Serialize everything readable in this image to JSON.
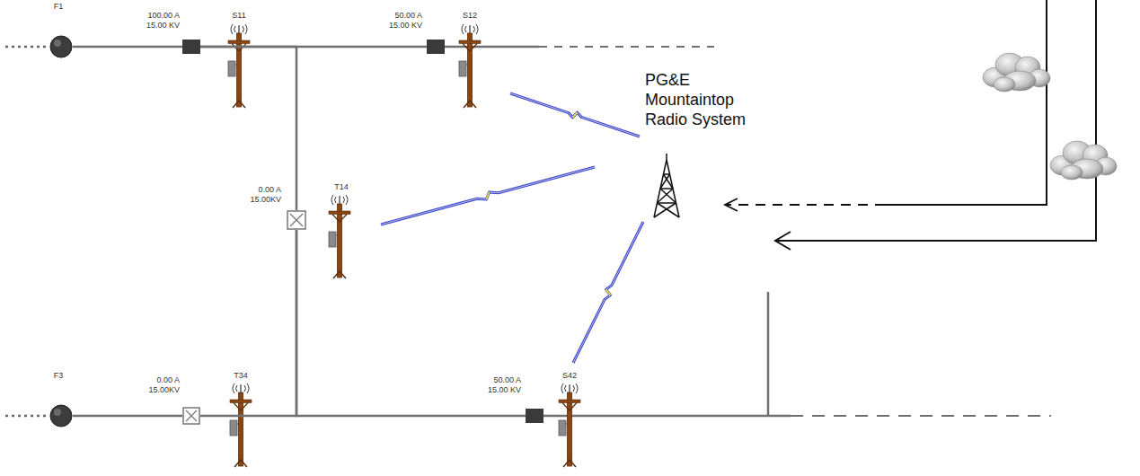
{
  "diagram": {
    "nodes": [
      {
        "text": [
          "F1"
        ]
      },
      {
        "text": [
          "100.00 A 15.00 KV",
          "S11"
        ]
      },
      {
        "text": [
          "50.00 A 15.00 KV",
          "S12"
        ]
      },
      {
        "text": [
          "PG&E Mountaintop Radio System"
        ]
      },
      {
        "text": [
          "0.00 A 15.00KV",
          "T14"
        ]
      },
      {
        "text": [
          "F3"
        ]
      },
      {
        "text": [
          "0.00 A 15.00KV",
          "T34"
        ]
      },
      {
        "text": [
          "50.00 A 15.00 KV",
          "S42"
        ]
      }
    ],
    "edges": [
      {
        "from": 0,
        "to": 1,
        "arrow": "none"
      },
      {
        "from": 1,
        "to": 2,
        "arrow": "none"
      },
      {
        "from": 1,
        "to": 4,
        "arrow": "none"
      },
      {
        "from": 4,
        "to": 6,
        "arrow": "none"
      },
      {
        "from": 4,
        "to": 7,
        "arrow": "none"
      },
      {
        "from": 5,
        "to": 6,
        "arrow": "none"
      },
      {
        "from": 2,
        "to": 3,
        "arrow": "none"
      },
      {
        "from": 4,
        "to": 3,
        "arrow": "none"
      },
      {
        "from": 7,
        "to": 3,
        "arrow": "none"
      }
    ]
  }
}
